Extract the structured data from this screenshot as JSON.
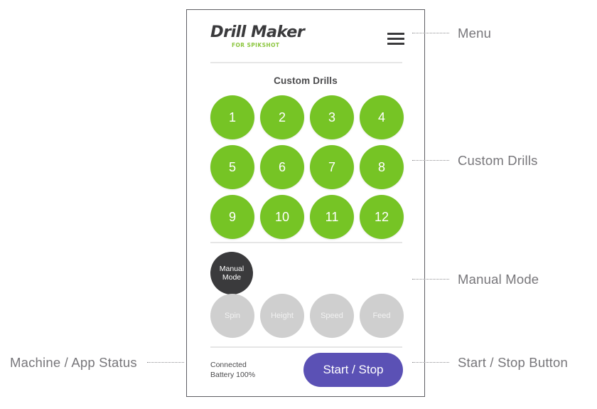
{
  "app": {
    "brand_title": "Drill Maker",
    "brand_subtitle": "FOR SPIKSHOT",
    "menu_icon": "hamburger-menu-icon",
    "section_title": "Custom Drills",
    "drills": [
      {
        "label": "1"
      },
      {
        "label": "2"
      },
      {
        "label": "3"
      },
      {
        "label": "4"
      },
      {
        "label": "5"
      },
      {
        "label": "6"
      },
      {
        "label": "7"
      },
      {
        "label": "8"
      },
      {
        "label": "9"
      },
      {
        "label": "10"
      },
      {
        "label": "11"
      },
      {
        "label": "12"
      }
    ],
    "manual_mode": {
      "line1": "Manual",
      "line2": "Mode",
      "controls": [
        {
          "label": "Spin"
        },
        {
          "label": "Height"
        },
        {
          "label": "Speed"
        },
        {
          "label": "Feed"
        }
      ]
    },
    "status": {
      "connection": "Connected",
      "battery": "Battery 100%"
    },
    "start_stop_label": "Start / Stop"
  },
  "annotations": {
    "menu": "Menu",
    "custom_drills": "Custom Drills",
    "manual_mode": "Manual Mode",
    "start_stop": "Start / Stop Button",
    "machine_status": "Machine / App Status"
  },
  "colors": {
    "drill_green": "#76c425",
    "manual_dark": "#3a3a3c",
    "control_gray": "#cfcfcf",
    "accent_purple": "#5b51b5",
    "brand_green": "#8cc63f",
    "annotation_gray": "#77767a"
  }
}
